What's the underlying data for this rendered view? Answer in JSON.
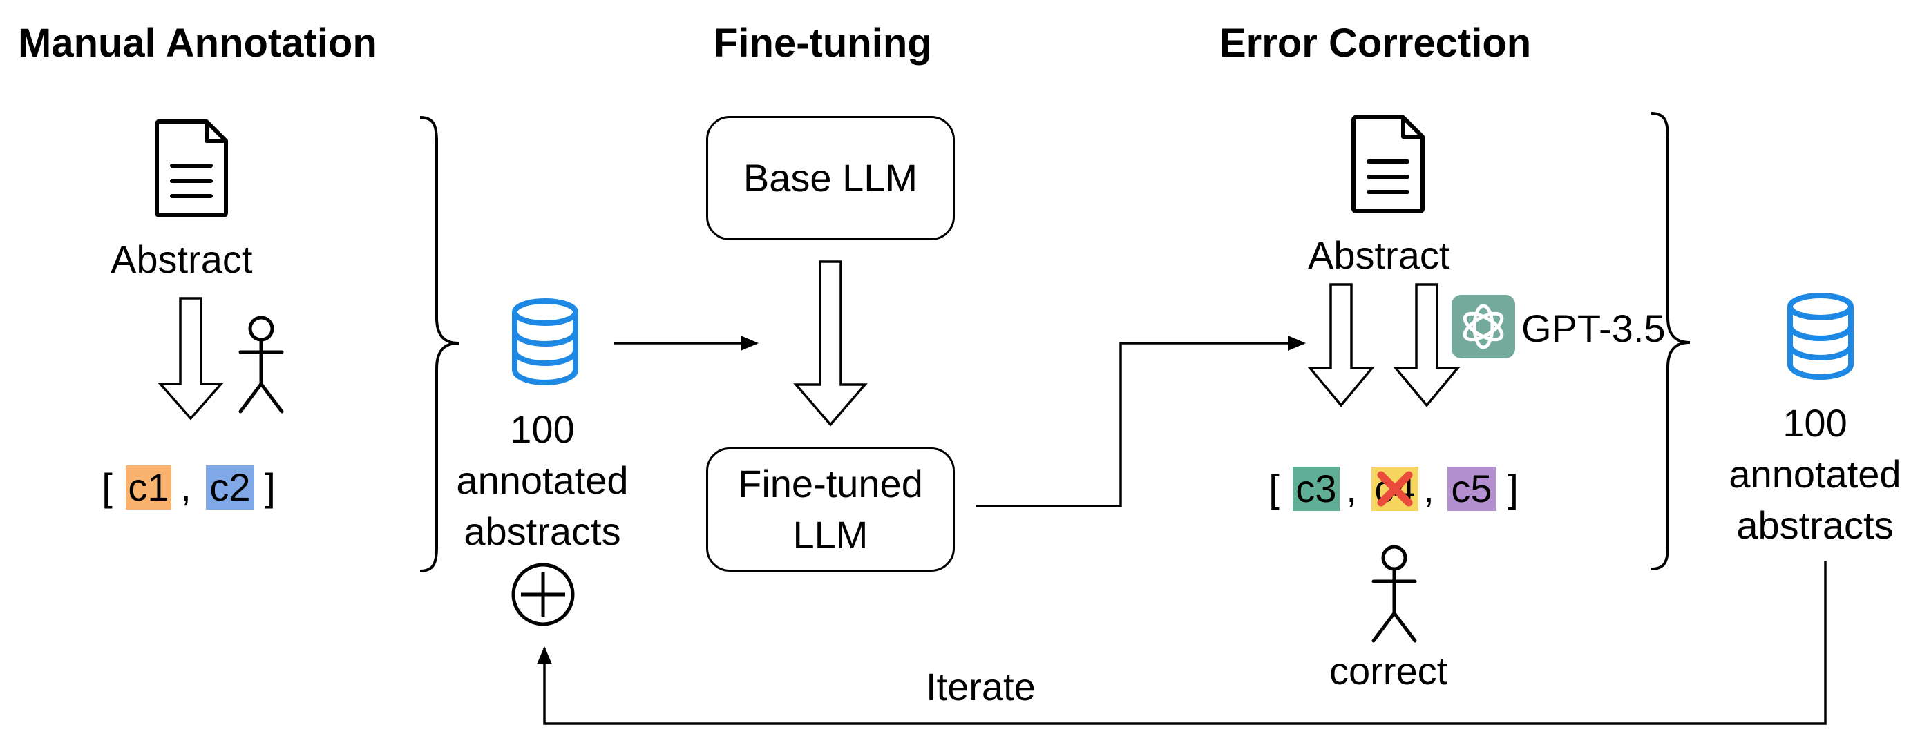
{
  "headers": {
    "manual_annotation": "Manual Annotation",
    "fine_tuning": "Fine-tuning",
    "error_correction": "Error Correction"
  },
  "manual": {
    "abstract_label": "Abstract",
    "label_list": {
      "open_bracket": "[",
      "comma": ",",
      "close_bracket": "]",
      "tags": [
        {
          "text": "c1",
          "color": "#f9b36f"
        },
        {
          "text": "c2",
          "color": "#80a8e6"
        }
      ]
    }
  },
  "dataset_left": {
    "line1": "100",
    "line2": "annotated",
    "line3": "abstracts"
  },
  "finetune": {
    "base_llm": "Base LLM",
    "finetuned_line1": "Fine-tuned",
    "finetuned_line2": "LLM"
  },
  "correction": {
    "abstract_label": "Abstract",
    "gpt_label": "GPT-3.5",
    "gpt_color": "#74aa9c",
    "correct_label": "correct",
    "label_list": {
      "open_bracket": "[",
      "comma1": ",",
      "comma2": ",",
      "close_bracket": "]",
      "tags": [
        {
          "text": "c3",
          "color": "#5fae95"
        },
        {
          "text": "c4",
          "color": "#f6d660",
          "struck": true
        },
        {
          "text": "c5",
          "color": "#b38fd0"
        }
      ],
      "strike_color": "#ea4b3c"
    }
  },
  "dataset_right": {
    "line1": "100",
    "line2": "annotated",
    "line3": "abstracts"
  },
  "loop": {
    "label": "Iterate"
  },
  "colors": {
    "database_blue": "#1e88e5"
  }
}
